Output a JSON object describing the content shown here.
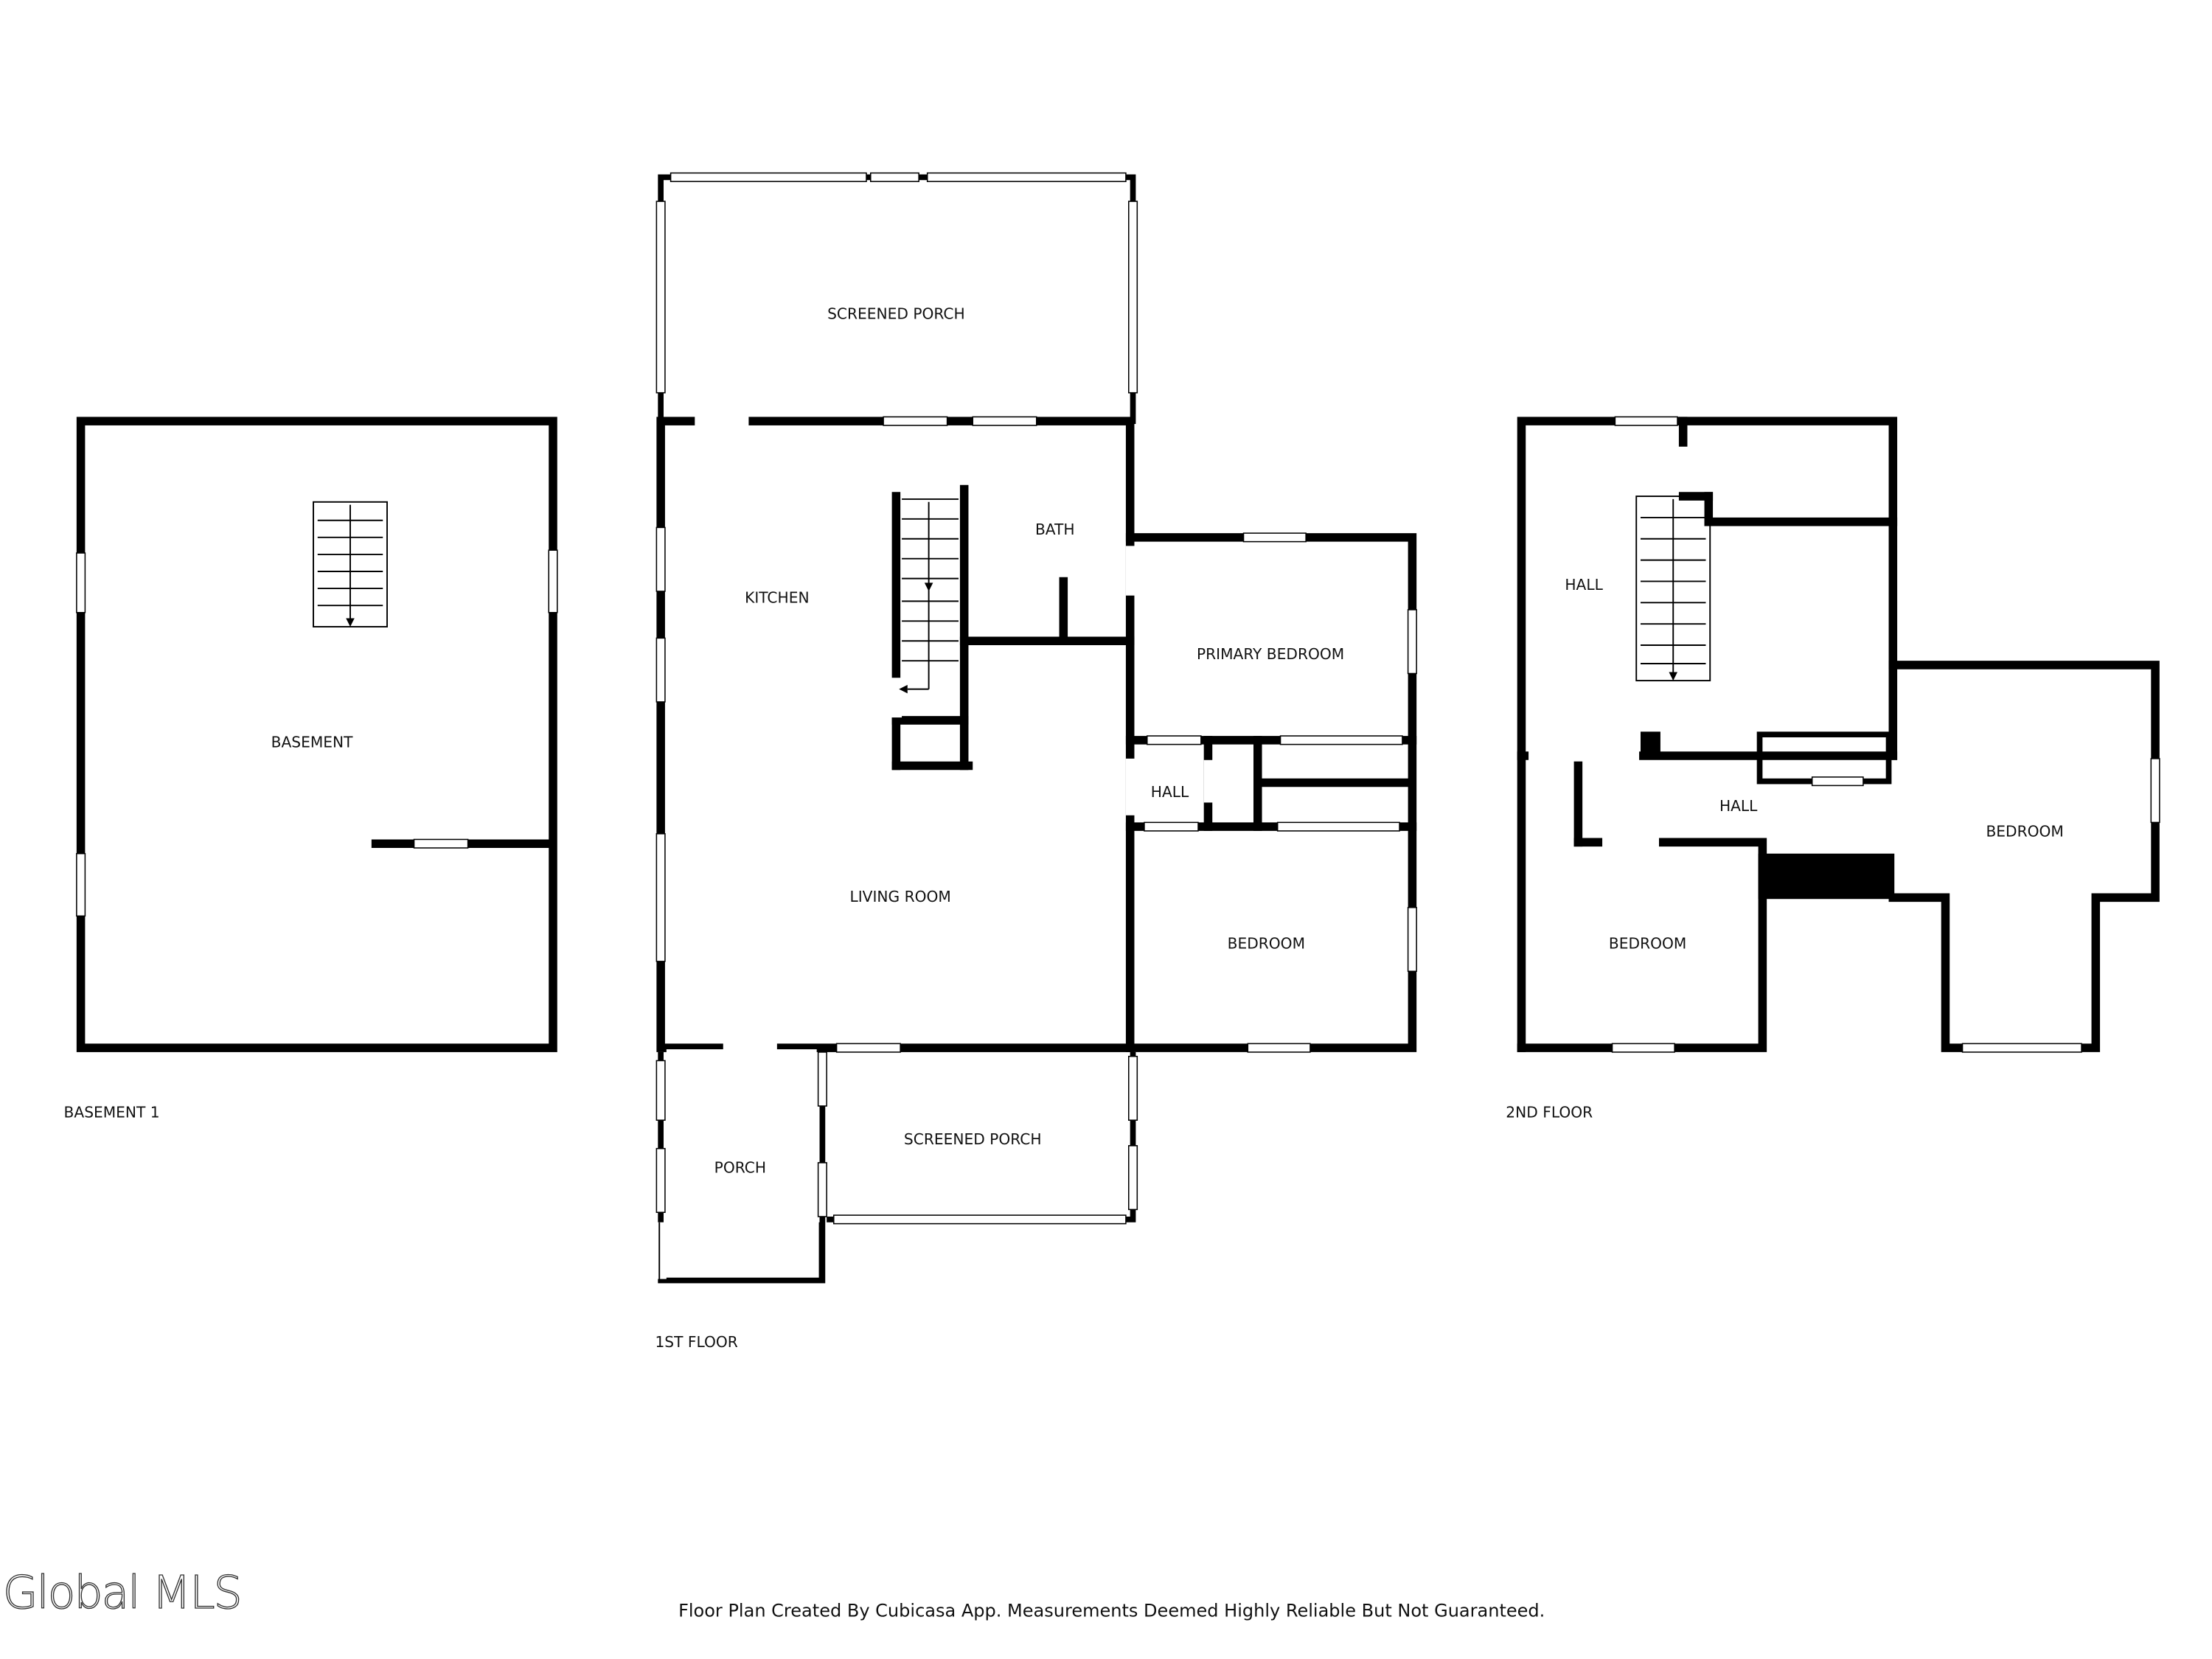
{
  "logo": "Global MLS",
  "disclaimer": "Floor Plan Created By Cubicasa App. Measurements Deemed Highly Reliable But Not Guaranteed.",
  "floors": {
    "basement": {
      "title": "BASEMENT 1",
      "rooms": [
        "BASEMENT"
      ]
    },
    "first": {
      "title": "1ST FLOOR",
      "rooms": [
        "SCREENED PORCH",
        "KITCHEN",
        "BATH",
        "PRIMARY BEDROOM",
        "HALL",
        "LIVING ROOM",
        "BEDROOM",
        "PORCH",
        "SCREENED PORCH"
      ]
    },
    "second": {
      "title": "2ND FLOOR",
      "rooms": [
        "HALL",
        "HALL",
        "BEDROOM",
        "BEDROOM"
      ]
    }
  }
}
